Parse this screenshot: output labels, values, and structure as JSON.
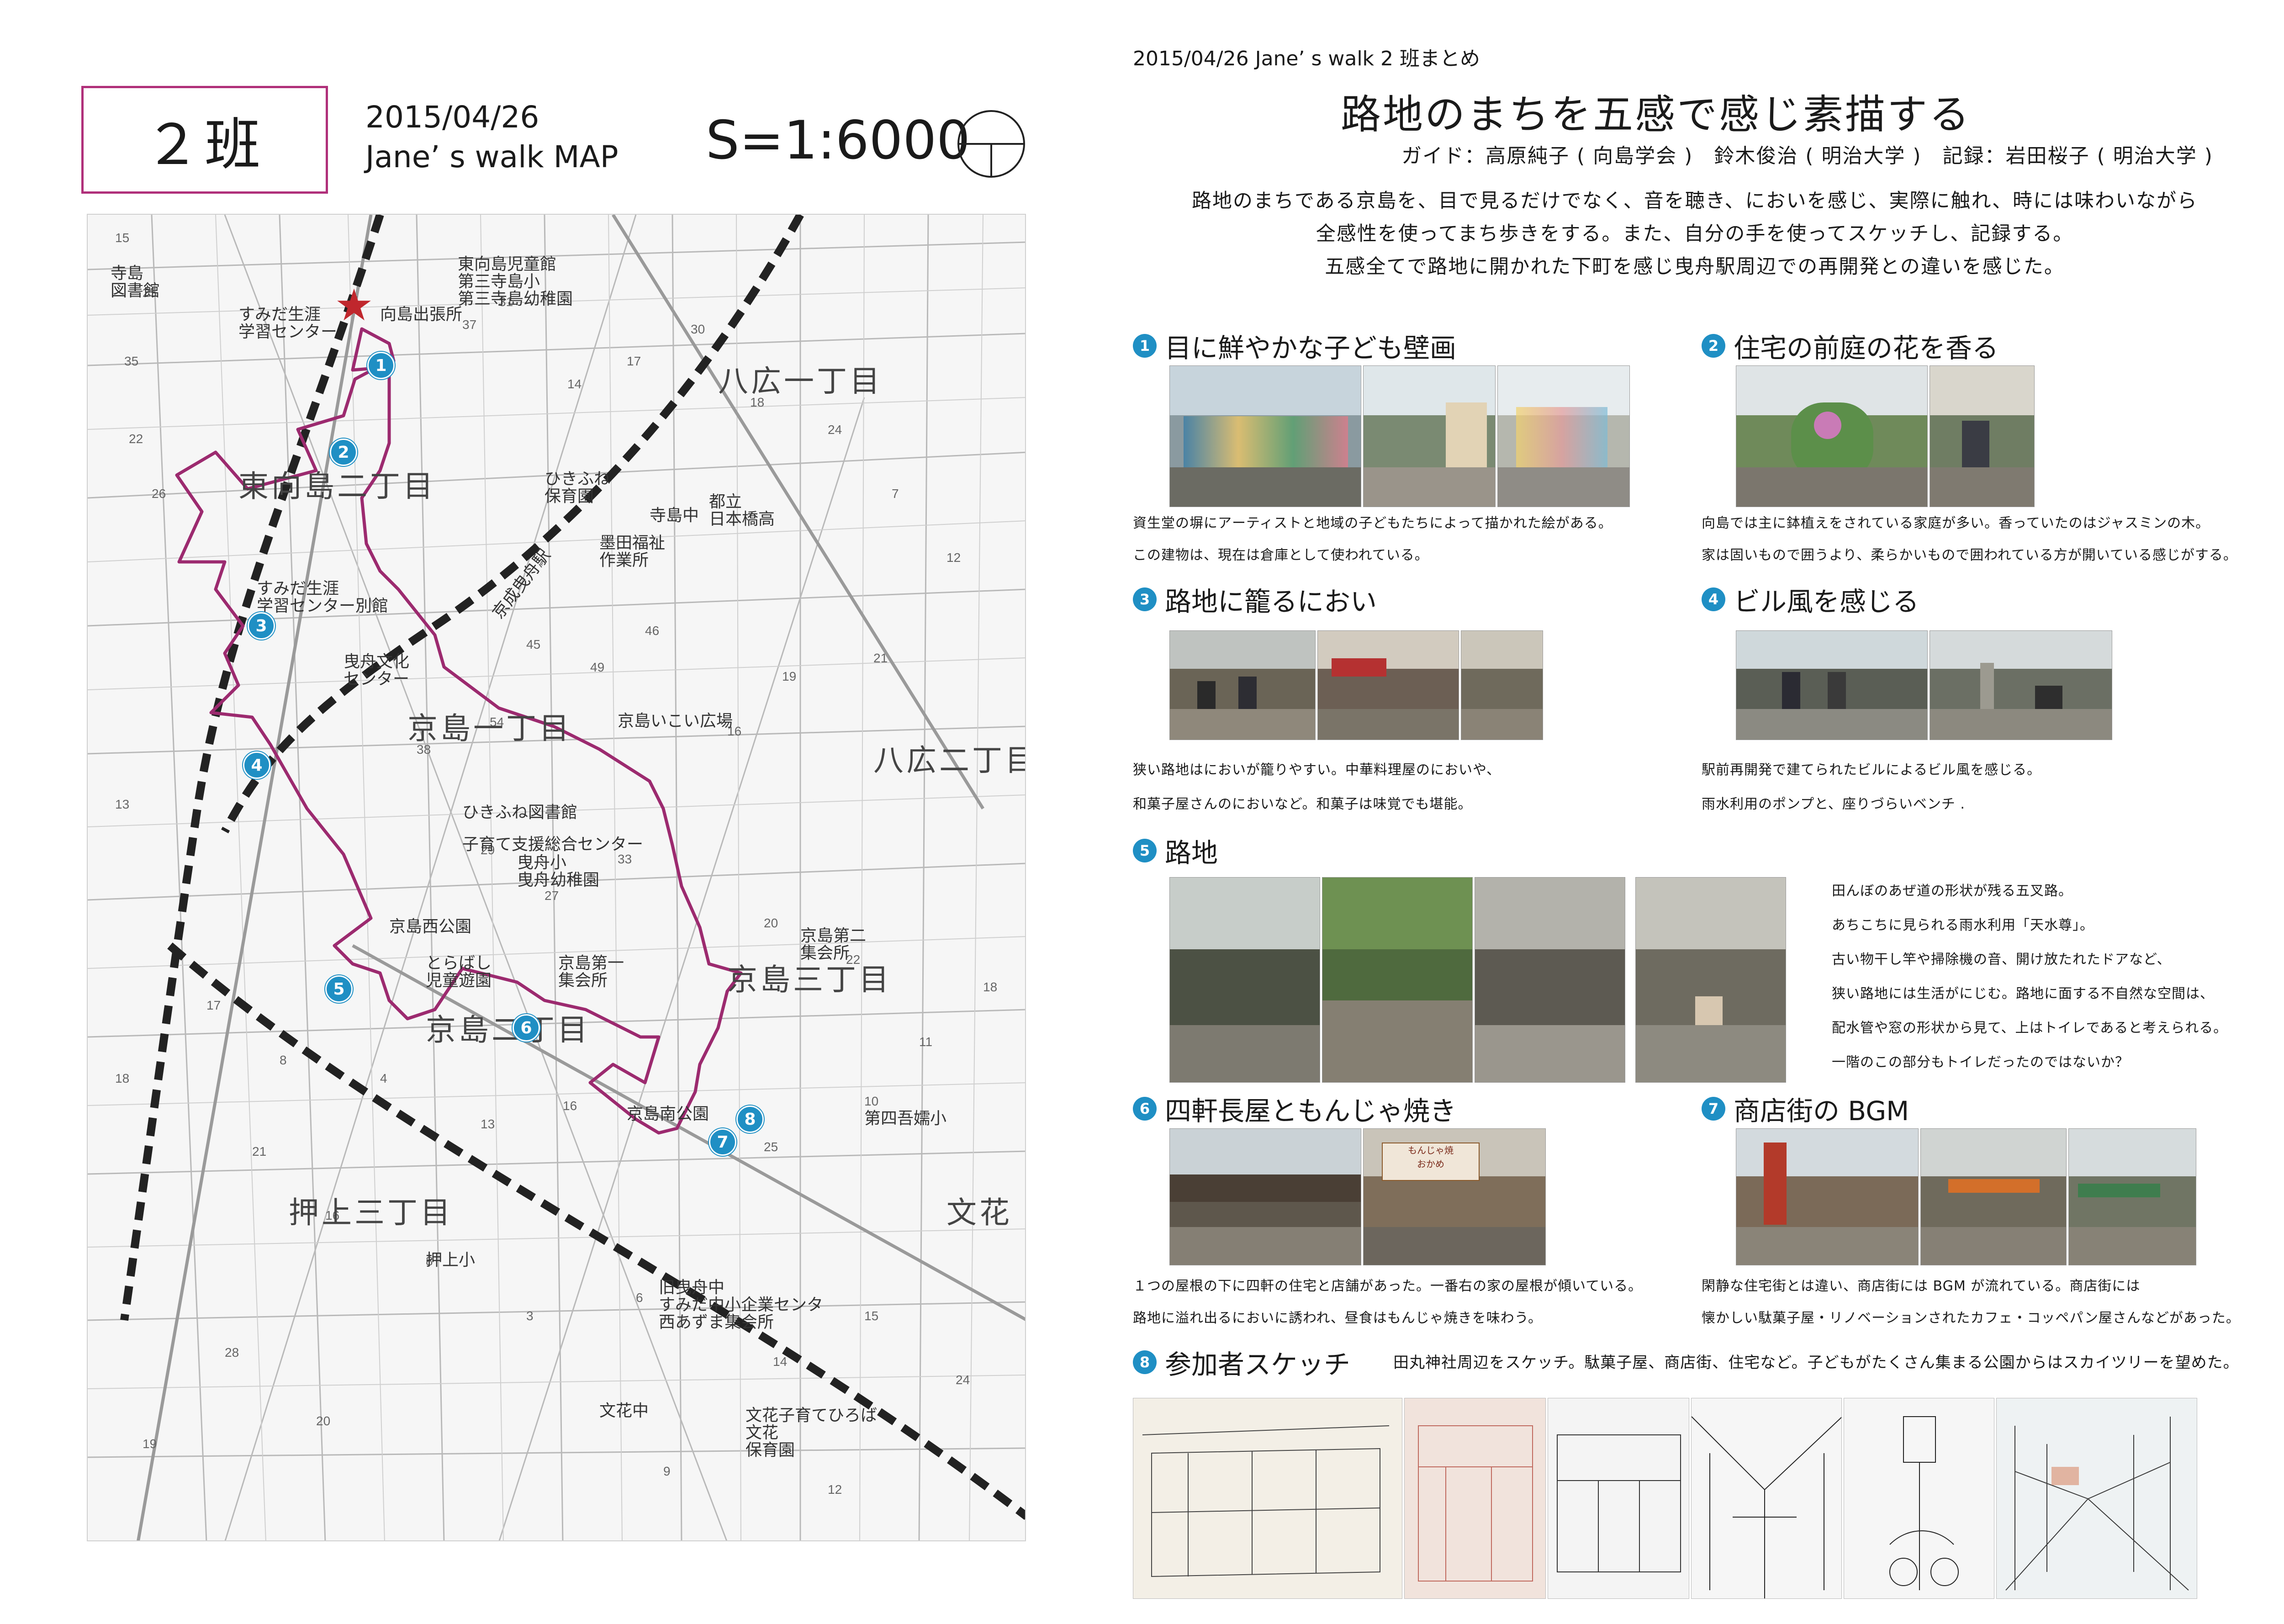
{
  "map_page": {
    "team": "２班",
    "date": "2015/04/26",
    "subtitle": "Jane’ s walk MAP",
    "scale": "S=1:6000",
    "route_color": "#9c2a6f",
    "marker_color": "#1f8fc4",
    "labels": {
      "higashimukojima2": "東向島二丁目",
      "yahiro1": "八広一丁目",
      "yahiro2": "八広二丁目",
      "kyojima1": "京島一丁目",
      "kyojima2": "京島二丁目",
      "kyojima3": "京島三丁目",
      "oshiage3": "押上三丁目",
      "bunka": "文花",
      "sumida_center": "すみだ生涯\n学習センター",
      "sumida_annex": "すみだ生涯\n学習センター別館",
      "hikifune_culture": "曳舟文化\nセンター",
      "hikifune_nursery": "ひきふね\n保育園",
      "terajima_jhs": "寺島中",
      "nihonbashi_hs": "都立\n日本橋高",
      "sumida_fukushi": "墨田福祉\n作業所",
      "hikifune_library": "ひきふね図書館",
      "kosodate": "子育て支援総合センター",
      "hikifune_es": "曳舟小\n曳舟幼稚園",
      "kyojima_ikoi": "京島いこい広場",
      "kyojima_nishi": "京島西公園",
      "kyojima_dai1": "京島第一\n集会所",
      "kyojima_dai2": "京島第二\n集会所",
      "toraiashi": "とらばし\n児童遊園",
      "oshiage_es": "押上小",
      "bunka_jhs": "文花中",
      "kyu_hikifune": "旧曳舟中\nすみだ中小企業センタ\n西あずま集会所",
      "bunka_kosodate": "文花子育てひろば\n文花\n保育園",
      "higashimukojima_kan": "東向島児童館\n第三寺島小\n第三寺島幼稚園",
      "mukojima_shucho": "向島出張所",
      "keisei_line": "京成曳舟駅",
      "terajima_lib": "寺島\n図書館",
      "kyojima_minami": "京島南公園",
      "yonban": "第四吾嬬小"
    },
    "markers": [
      "1",
      "2",
      "3",
      "4",
      "5",
      "6",
      "7",
      "8"
    ]
  },
  "summary_page": {
    "header": "2015/04/26  Jane’ s walk 2 班まとめ",
    "title": "路地のまちを五感で感じ素描する",
    "guide": "ガイド：高原純子 ( 向島学会 )　鈴木俊治 ( 明治大学 )　記録：岩田桜子 ( 明治大学 )",
    "intro": [
      "路地のまちである京島を、目で見るだけでなく、音を聴き、においを感じ、実際に触れ、時には味わいながら",
      "全感性を使ってまち歩きをする。また、自分の手を使ってスケッチし、記録する。",
      "五感全てで路地に開かれた下町を感じ曳舟駅周辺での再開発との違いを感じた。"
    ],
    "sections": [
      {
        "num": "1",
        "title": "目に鮮やかな子ども壁画",
        "caption": [
          "資生堂の塀にアーティストと地域の子どもたちによって描かれた絵がある。",
          "この建物は、現在は倉庫として使われている。"
        ]
      },
      {
        "num": "2",
        "title": "住宅の前庭の花を香る",
        "caption": [
          "向島では主に鉢植えをされている家庭が多い。香っていたのはジャスミンの木。",
          "家は固いもので囲うより、柔らかいもので囲われている方が開いている感じがする。"
        ]
      },
      {
        "num": "3",
        "title": "路地に籠るにおい",
        "caption": [
          "狭い路地はにおいが籠りやすい。中華料理屋のにおいや、",
          "和菓子屋さんのにおいなど。和菓子は味覚でも堪能。"
        ]
      },
      {
        "num": "4",
        "title": "ビル風を感じる",
        "caption": [
          "駅前再開発で建てられたビルによるビル風を感じる。",
          "雨水利用のポンプと、座りづらいベンチ ."
        ]
      },
      {
        "num": "5",
        "title": "路地",
        "caption": [
          "田んぼのあぜ道の形状が残る五叉路。",
          "あちこちに見られる雨水利用「天水尊」。",
          "古い物干し竿や掃除機の音、開け放たれたドアなど、",
          "狭い路地には生活がにじむ。路地に面する不自然な空間は、",
          "配水管や窓の形状から見て、上はトイレであると考えられる。",
          "一階のこの部分もトイレだったのではないか？"
        ]
      },
      {
        "num": "6",
        "title": "四軒長屋ともんじゃ焼き",
        "caption": [
          "１つの屋根の下に四軒の住宅と店舗があった。一番右の家の屋根が傾いている。",
          "路地に溢れ出るにおいに誘われ、昼食はもんじゃ焼きを味わう。"
        ]
      },
      {
        "num": "7",
        "title": "商店街の BGM",
        "caption": [
          "閑静な住宅街とは違い、商店街には BGM が流れている。商店街には",
          "懐かしい駄菓子屋・リノベーションされたカフェ・コッペパン屋さんなどがあった。"
        ]
      },
      {
        "num": "8",
        "title": "参加者スケッチ",
        "caption": [
          "田丸神社周辺をスケッチ。駄菓子屋、商店街、住宅など。子どもがたくさん集まる公園からはスカイツリーを望めた。"
        ]
      }
    ],
    "sign_text": "もんじゃ焼\nおかめ"
  }
}
